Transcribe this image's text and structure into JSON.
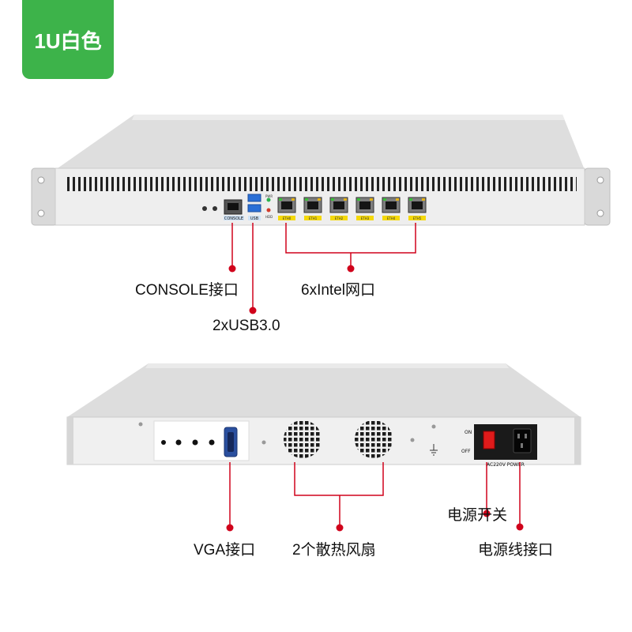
{
  "badge": {
    "text": "1U白色",
    "color": "#3db34a"
  },
  "front_panel": {
    "port_labels": {
      "console": "CONSOLE",
      "usb": "USB",
      "led_pwr": "PWR",
      "led_hdd": "HDD",
      "eth": [
        "ETH0",
        "ETH1",
        "ETH2",
        "ETH3",
        "ETH4",
        "ETH5"
      ]
    },
    "callouts": {
      "console": "CONSOLE接口",
      "usb": "2xUSB3.0",
      "lan": "6xIntel网口"
    }
  },
  "rear_panel": {
    "switch_on": "ON",
    "switch_off": "OFF",
    "power_text": "AC220V POWER",
    "callouts": {
      "vga": "VGA接口",
      "fans": "2个散热风扇",
      "power_switch": "电源开关",
      "power_cord": "电源线接口"
    }
  },
  "colors": {
    "callout_line": "#d0021b",
    "chassis": "#e6e6e6",
    "port_label_bg": "#f5d90a",
    "usb_blue": "#2a6fd6"
  }
}
